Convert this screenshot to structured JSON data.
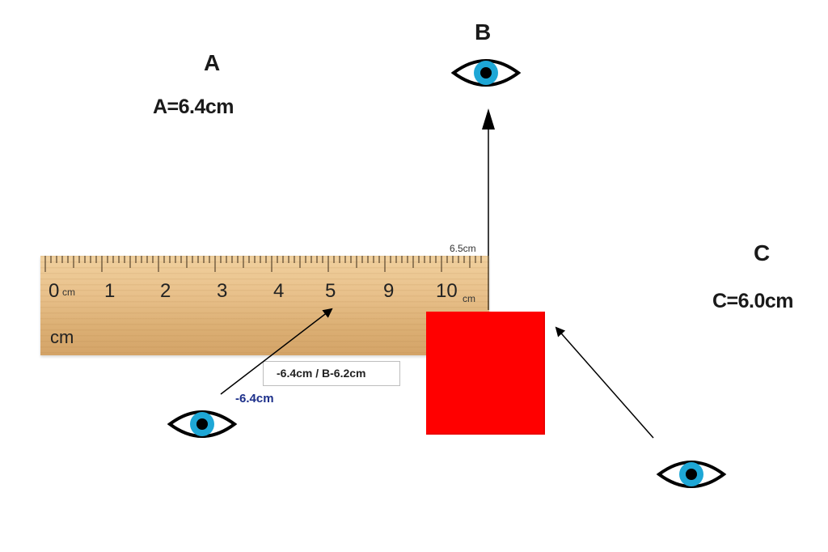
{
  "labels": {
    "observer_a": "A",
    "observer_b": "B",
    "observer_c": "C",
    "reading_a": "A=6.4cm",
    "reading_c": "C=6.0cm"
  },
  "ruler": {
    "zero_label": "0",
    "zero_unit": "cm",
    "numbers": [
      "1",
      "2",
      "3",
      "4",
      "5",
      "9",
      "10"
    ],
    "end_unit": "cm",
    "unit_label": "cm",
    "top_reading": "6.5cm"
  },
  "callout": {
    "text": "-6.4cm / B-6.2cm",
    "subtext": "-6.4cm"
  },
  "colors": {
    "block": "#ff0000",
    "iris": "#1ea7d6",
    "ruler": "#e8c08a"
  },
  "icons": [
    "eye-icon",
    "arrow-icon"
  ]
}
